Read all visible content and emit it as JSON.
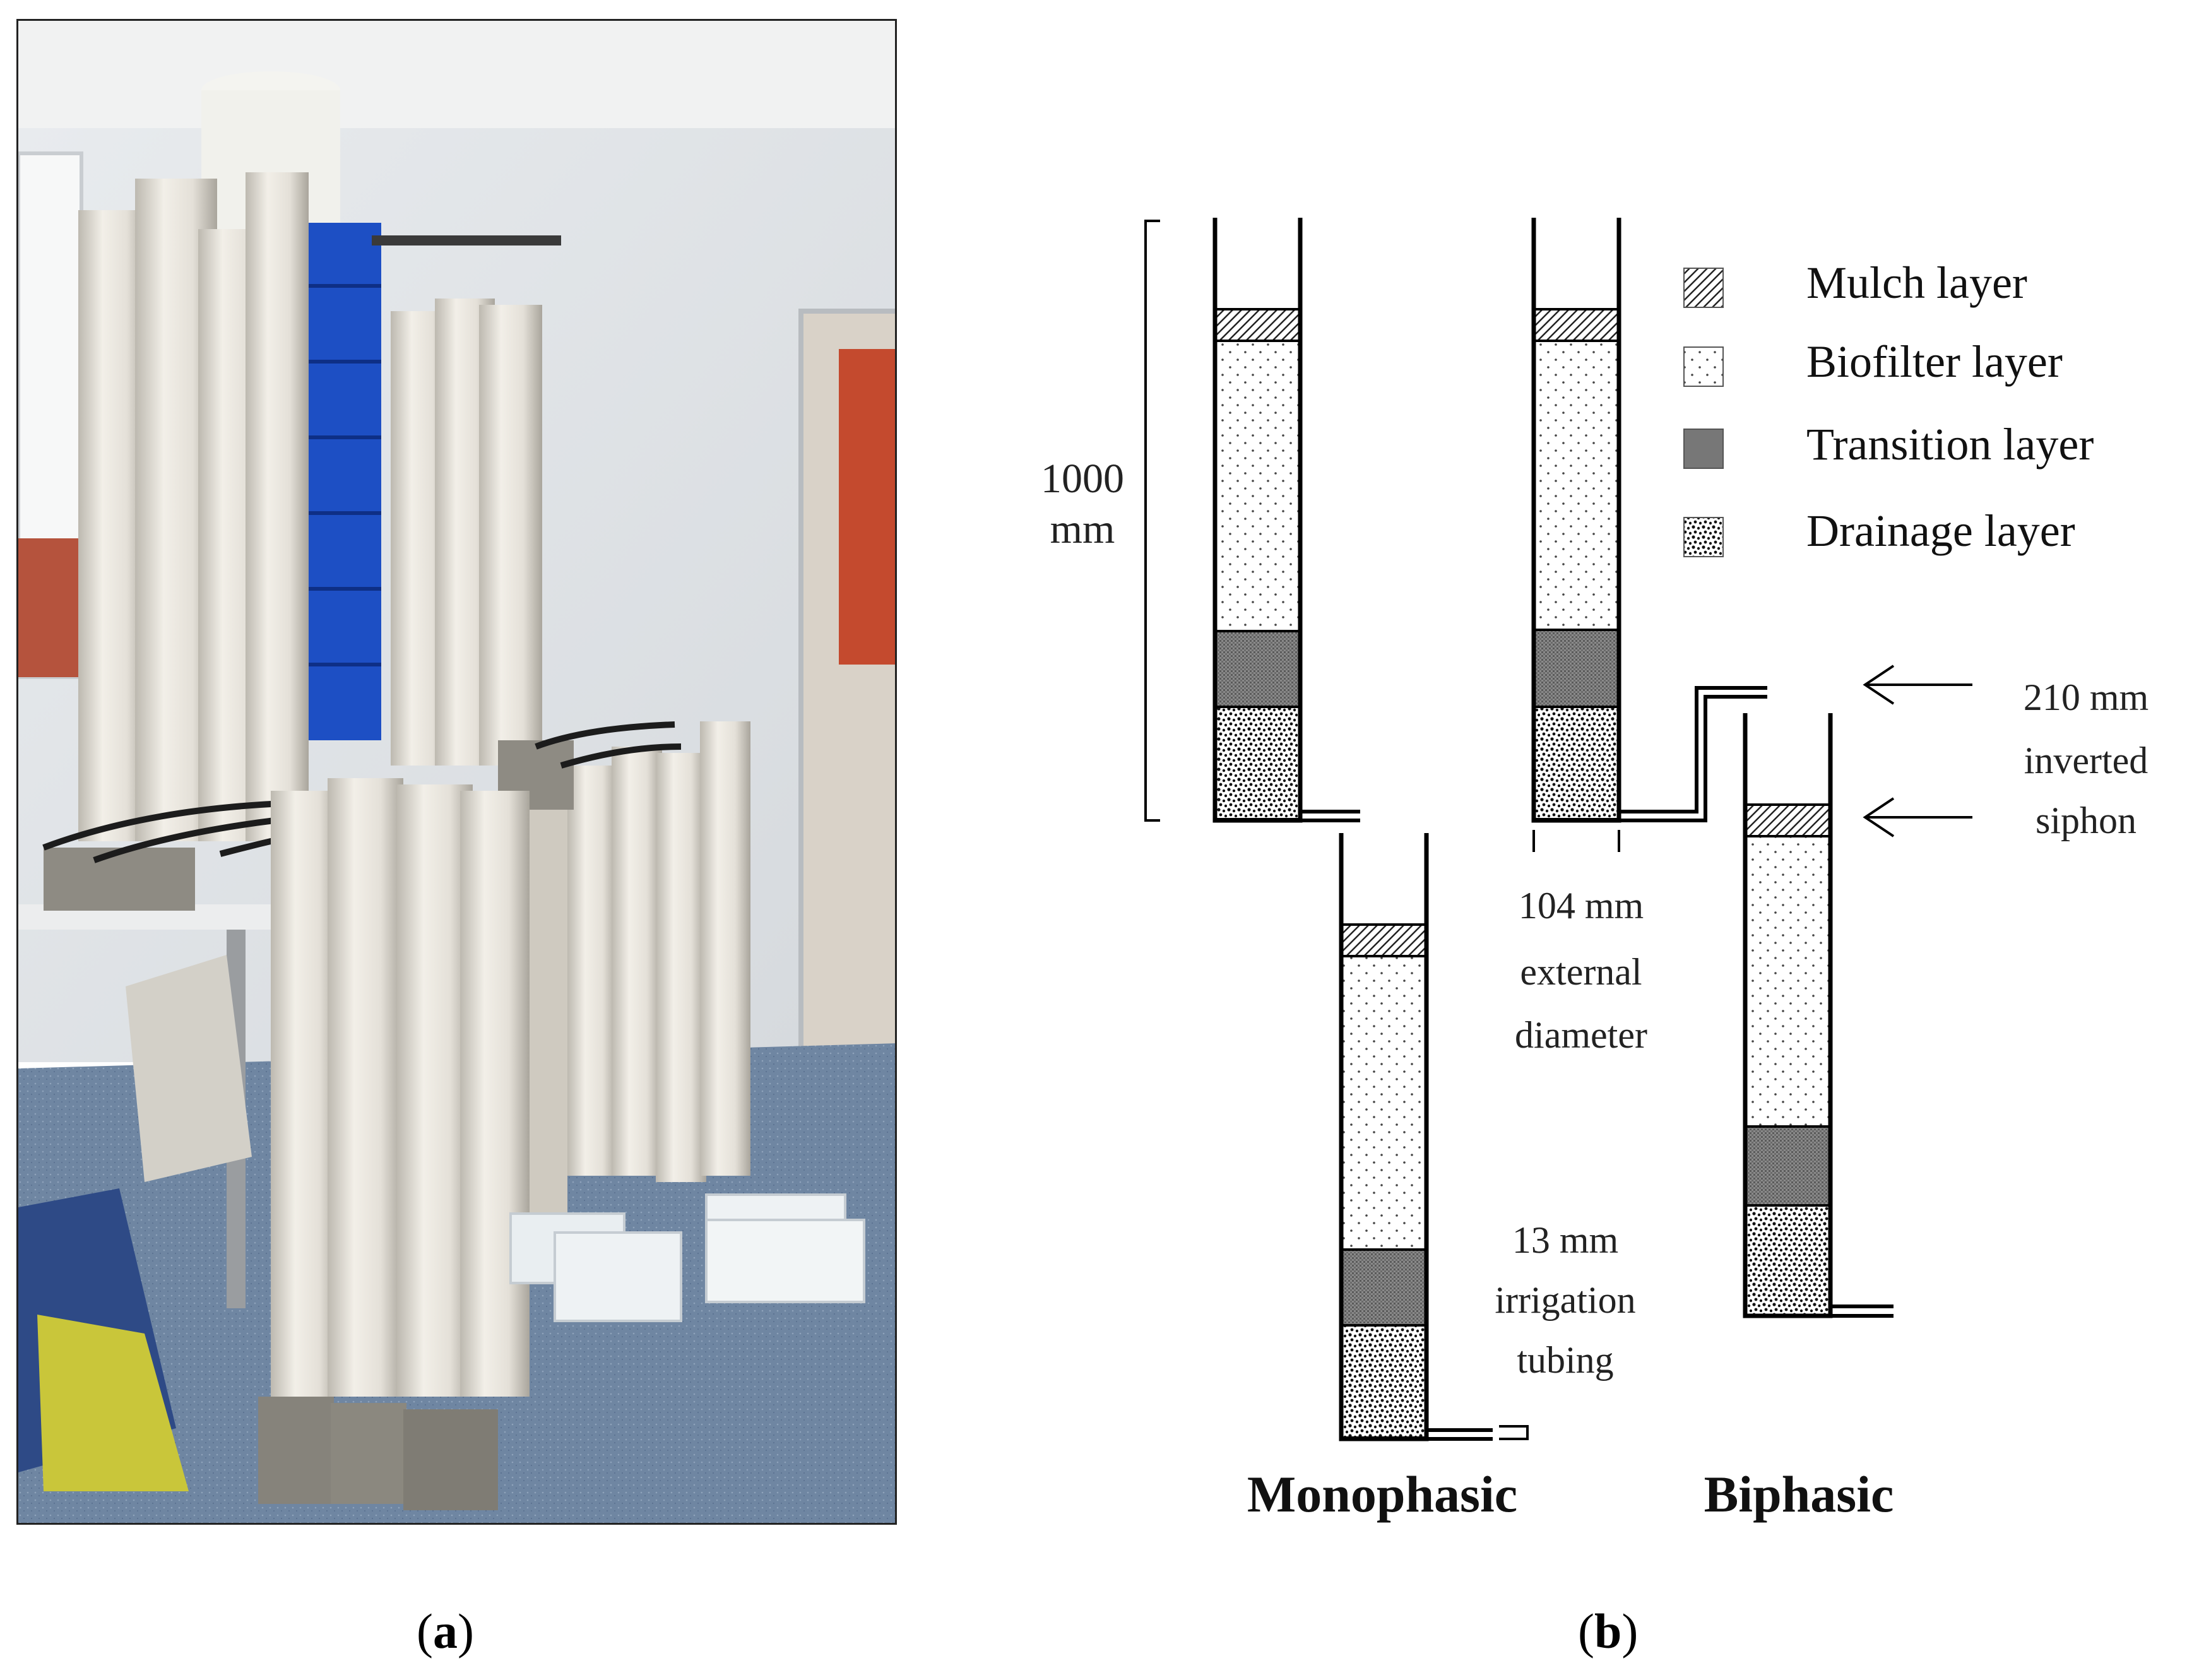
{
  "figure": {
    "panel_a_label": "a",
    "panel_b_label": "b"
  },
  "legend": {
    "mulch": "Mulch layer",
    "biofilter": "Biofilter layer",
    "transition": "Transition layer",
    "drainage": "Drainage layer"
  },
  "annotations": {
    "height_value": "1000",
    "height_unit": "mm",
    "diameter_line1": "104 mm",
    "diameter_line2": "external",
    "diameter_line3": "diameter",
    "tubing_line1": "13 mm",
    "tubing_line2": "irrigation",
    "tubing_line3": "tubing",
    "siphon_line1": "210 mm",
    "siphon_line2": "inverted",
    "siphon_line3": "siphon"
  },
  "labels": {
    "monophasic": "Monophasic",
    "biphasic": "Biphasic"
  }
}
